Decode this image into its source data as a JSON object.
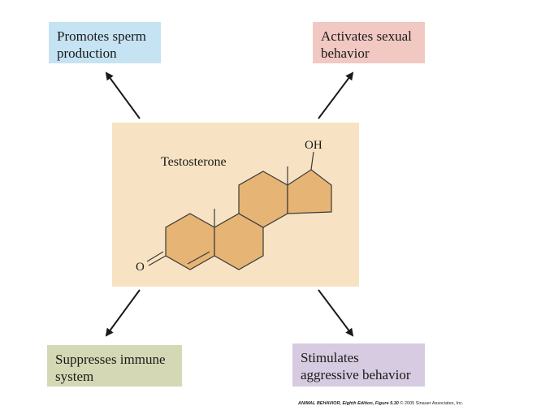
{
  "diagram": {
    "molecule_label": "Testosterone",
    "hydroxyl_label": "OH",
    "ketone_label": "O",
    "effects": {
      "top_left": [
        "Promotes sperm",
        "production"
      ],
      "top_right": [
        "Activates sexual",
        "behavior"
      ],
      "bottom_left": [
        "Suppresses immune",
        "system"
      ],
      "bottom_right": [
        "Stimulates",
        "aggressive behavior"
      ]
    },
    "colors": {
      "top_left": "#c5e3f3",
      "top_right": "#f2c8c3",
      "bottom_left": "#d5d8b4",
      "bottom_right": "#d6cbe0",
      "center_panel": "#f7e3c3",
      "ring_fill": "#e6b474"
    }
  },
  "credit": {
    "title": "ANIMAL BEHAVIOR, Eighth Edition, Figure 5.30",
    "copyright": "© 2005 Sinauer Associates, Inc."
  }
}
